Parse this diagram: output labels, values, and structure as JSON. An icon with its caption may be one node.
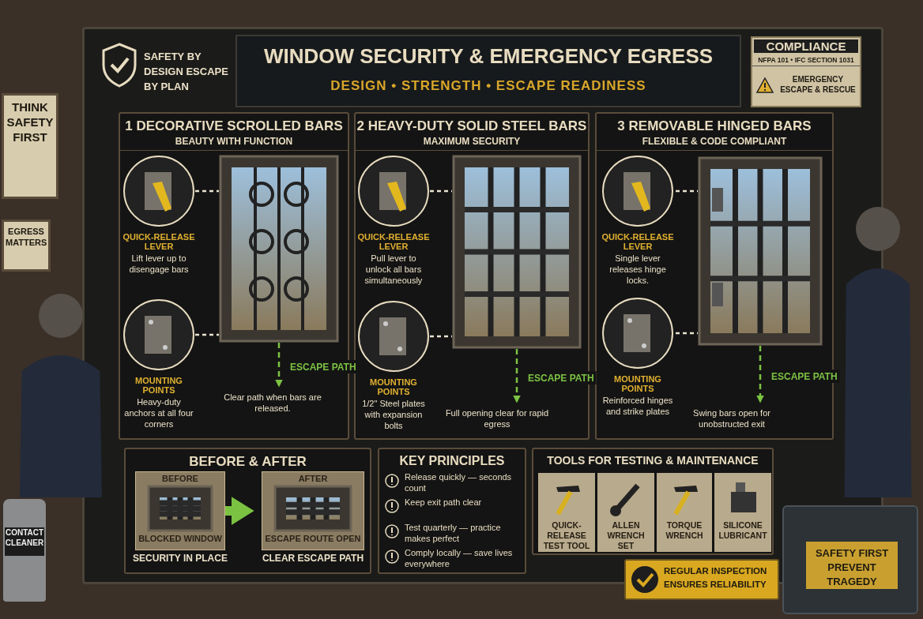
{
  "diagram": {
    "title": "WINDOW SECURITY & EMERGENCY EGRESS",
    "nodes": [
      {
        "text": [
          "COMPLIANCE",
          "NFPA 101 • IFC SECTION 1031",
          "EMERGENCY ESCAPE & RESCUE"
        ]
      },
      {
        "text": [
          "THINK SAFETY FIRST"
        ]
      },
      {
        "text": [
          "EGRESS MATTERS"
        ]
      },
      {
        "text": [
          "1 DECORATIVE SCROLLED BARS",
          "BEAUTY WITH FUNCTION"
        ]
      },
      {
        "text": [],
        "shape": "picture",
        "in": 3
      },
      {
        "text": [
          "QUICK-RELEASE LEVER",
          "Lift lever up to disengage bars"
        ],
        "in": 3
      },
      {
        "text": [
          "MOUNTING POINTS",
          "Heavy-duty anchors at all four corners"
        ],
        "in": 3
      },
      {
        "text": [
          "Clear path when bars are released."
        ],
        "in": 3
      },
      {
        "text": [
          "2 HEAVY-DUTY SOLID STEEL BARS",
          "MAXIMUM SECURITY"
        ]
      },
      {
        "text": [],
        "shape": "picture",
        "in": 8
      },
      {
        "text": [
          "QUICK-RELEASE LEVER",
          "Pull lever to unlock all bars simultaneously"
        ],
        "in": 8
      },
      {
        "text": [
          "MOUNTING POINTS",
          "1/2\" Steel plates with expansion bolts"
        ],
        "in": 8
      },
      {
        "text": [
          "Full opening clear for rapid egress"
        ],
        "in": 8
      },
      {
        "text": [
          "3 REMOVABLE HINGED BARS",
          "FLEXIBLE & CODE COMPLIANT"
        ]
      },
      {
        "text": [],
        "shape": "picture",
        "in": 13
      },
      {
        "text": [
          "QUICK-RELEASE LEVER",
          "Single lever releases hinge locks."
        ],
        "in": 13
      },
      {
        "text": [
          "MOUNTING POINTS",
          "Reinforced hinges and strike plates"
        ],
        "in": 13
      },
      {
        "text": [
          "Swing bars open for unobstructed exit"
        ],
        "in": 13
      },
      {
        "text": [
          "BEFORE & AFTER"
        ]
      },
      {
        "text": [
          "BEFORE",
          "BLOCKED WINDOW"
        ],
        "beside": [
          "SECURITY IN PLACE"
        ],
        "in": 18
      },
      {
        "text": [
          "AFTER",
          "ESCAPE ROUTE OPEN"
        ],
        "beside": [
          "CLEAR ESCAPE PATH"
        ],
        "in": 18
      },
      {
        "text": [
          "KEY PRINCIPLES",
          "Release quickly — seconds count",
          "Keep exit path clear",
          "Test quarterly — practice makes perfect",
          "Comply locally — save lives everywhere"
        ]
      },
      {
        "text": [
          "TOOLS FOR TESTING & MAINTENANCE"
        ]
      },
      {
        "text": [
          "QUICK-RELEASE TEST TOOL"
        ],
        "in": 22
      },
      {
        "text": [
          "ALLEN WRENCH SET"
        ],
        "in": 22
      },
      {
        "text": [
          "TORQUE WRENCH"
        ],
        "in": 22
      },
      {
        "text": [
          "SILICONE LUBRICANT"
        ],
        "in": 22
      },
      {
        "text": [
          "REGULAR INSPECTION ENSURES RELIABILITY"
        ]
      },
      {
        "text": [
          "SAFETY FIRST PREVENT TRAGEDY"
        ]
      },
      {
        "text": [
          "CONTACT CLEANER"
        ]
      }
    ],
    "edges": [
      {
        "from": 5,
        "to": 4,
        "arrow": "none",
        "style": "dashed"
      },
      {
        "from": 6,
        "to": 4,
        "arrow": "none",
        "style": "dashed"
      },
      {
        "from": 4,
        "to": 7,
        "arrow": "to",
        "style": "dashed",
        "color": "#7cc242",
        "label": "ESCAPE PATH"
      },
      {
        "from": 10,
        "to": 9,
        "arrow": "none",
        "style": "dashed"
      },
      {
        "from": 11,
        "to": 9,
        "arrow": "none",
        "style": "dashed"
      },
      {
        "from": 9,
        "to": 12,
        "arrow": "to",
        "style": "dashed",
        "color": "#7cc242",
        "label": "ESCAPE PATH"
      },
      {
        "from": 15,
        "to": 14,
        "arrow": "none",
        "style": "dashed"
      },
      {
        "from": 16,
        "to": 14,
        "arrow": "none",
        "style": "dashed"
      },
      {
        "from": 14,
        "to": 17,
        "arrow": "to",
        "style": "dashed",
        "color": "#7cc242",
        "label": "ESCAPE PATH"
      },
      {
        "from": 19,
        "to": 20,
        "arrow": "to",
        "style": "thick",
        "color": "#7cc242"
      }
    ],
    "labels": [
      "SAFETY BY DESIGN ESCAPE BY PLAN",
      "DESIGN • STRENGTH • ESCAPE READINESS"
    ]
  }
}
